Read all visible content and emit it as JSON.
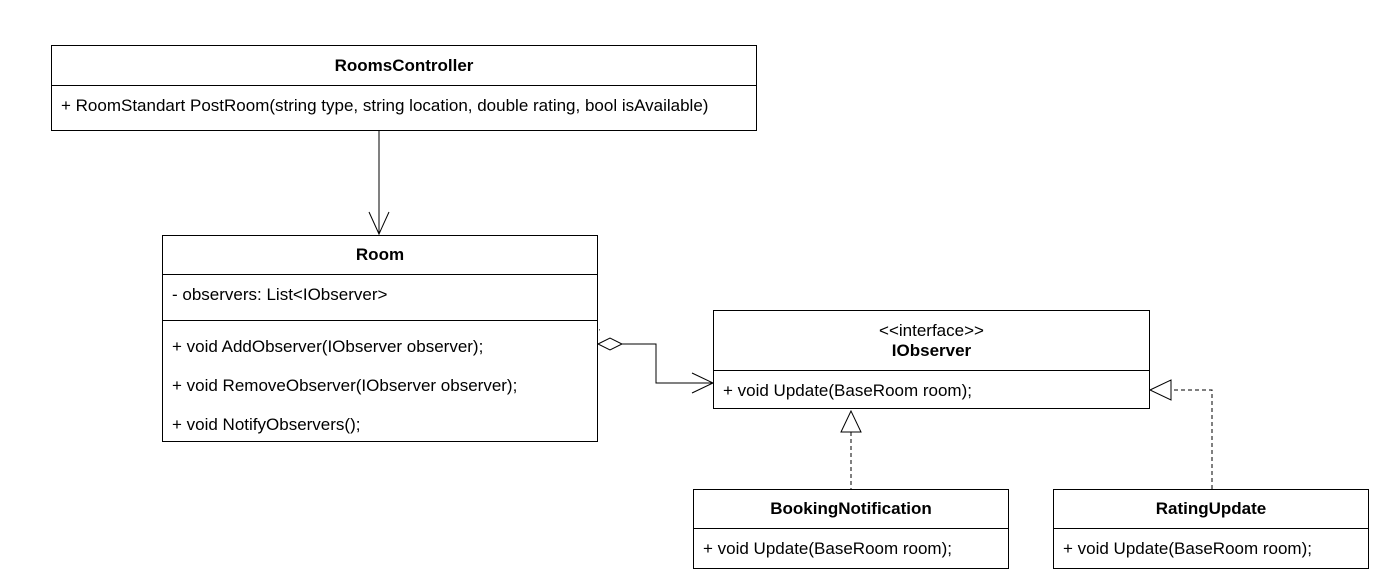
{
  "classes": {
    "rooms_controller": {
      "name": "RoomsController",
      "operations": [
        "+ RoomStandart PostRoom(string type, string location, double rating, bool isAvailable)"
      ]
    },
    "room": {
      "name": "Room",
      "attributes": [
        "- observers: List<IObserver>"
      ],
      "operations": [
        "+ void AddObserver(IObserver observer);",
        "+ void RemoveObserver(IObserver observer);",
        "+ void NotifyObservers();"
      ]
    },
    "iobserver": {
      "stereotype": "<<interface>>",
      "name": "IObserver",
      "operations": [
        "+ void Update(BaseRoom room);"
      ]
    },
    "booking_notification": {
      "name": "BookingNotification",
      "operations": [
        "+ void Update(BaseRoom room);"
      ]
    },
    "rating_update": {
      "name": "RatingUpdate",
      "operations": [
        "+ void Update(BaseRoom room);"
      ]
    }
  },
  "relationships": [
    {
      "from": "RoomsController",
      "to": "Room",
      "kind": "association"
    },
    {
      "from": "Room",
      "to": "IObserver",
      "kind": "aggregation",
      "multiplicity": "'"
    },
    {
      "from": "BookingNotification",
      "to": "IObserver",
      "kind": "realization"
    },
    {
      "from": "RatingUpdate",
      "to": "IObserver",
      "kind": "realization"
    }
  ],
  "colors": {
    "line": "#000000",
    "background": "#ffffff"
  }
}
